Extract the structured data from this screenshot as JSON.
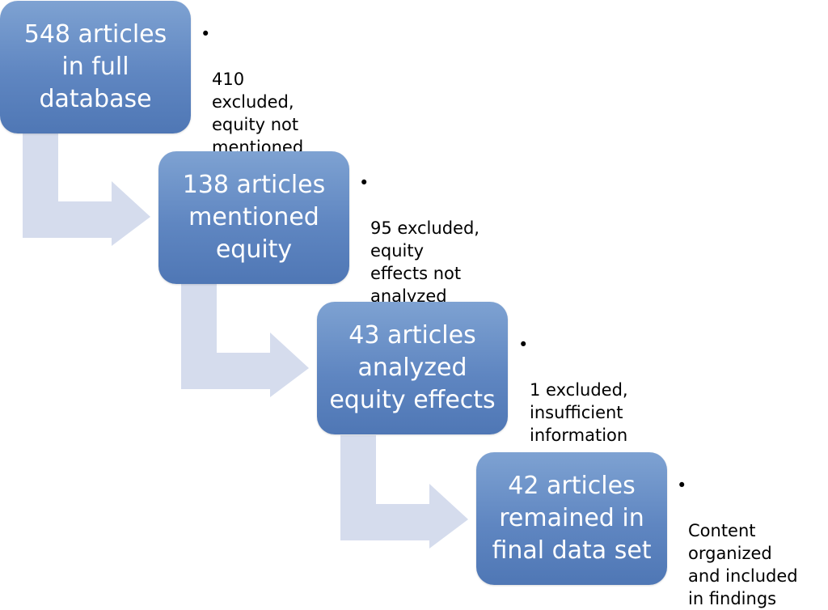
{
  "steps": [
    {
      "label": "548 articles\nin full\ndatabase",
      "note": "410\nexcluded,\nequity not\nmentioned"
    },
    {
      "label": "138 articles\nmentioned\nequity",
      "note": "95 excluded,\nequity\neffects not\nanalyzed"
    },
    {
      "label": "43 articles\nanalyzed\nequity effects",
      "note": "1 excluded,\ninsufficient\ninformation"
    },
    {
      "label": "42 articles\nremained in\nfinal data set",
      "note": "Content\norganized\nand included\nin findings"
    }
  ],
  "colors": {
    "box_top": "#7ea2d2",
    "box_bottom": "#4f77b5",
    "arrow": "#d5dced"
  },
  "bullet_glyph": "•"
}
